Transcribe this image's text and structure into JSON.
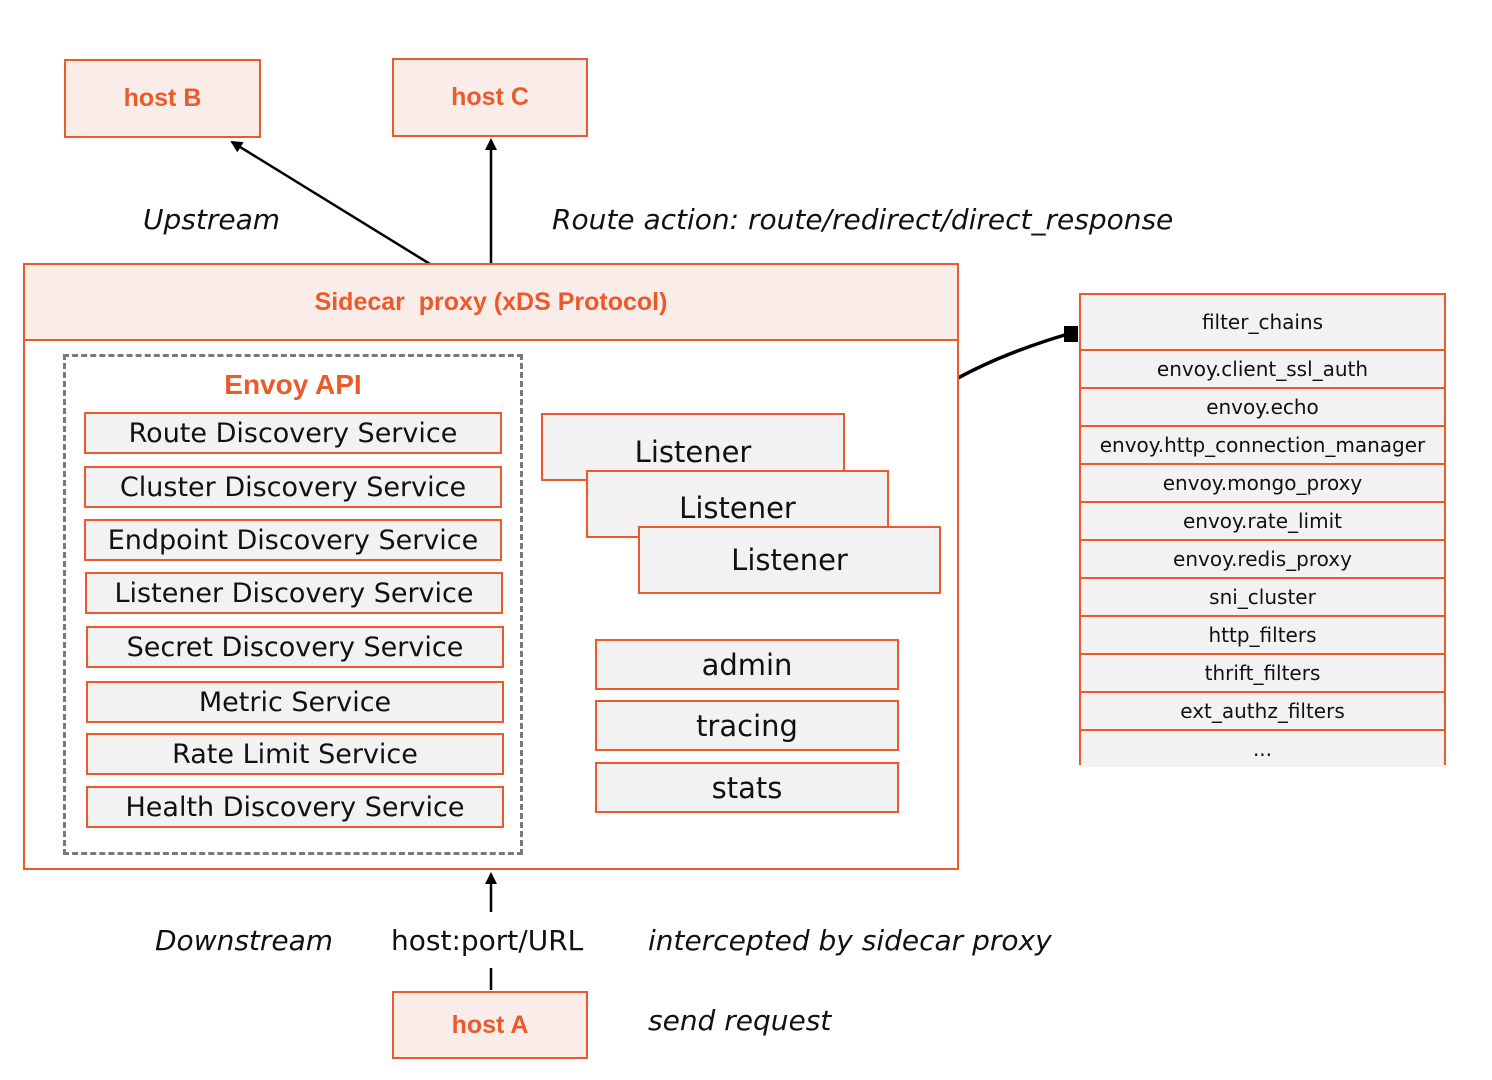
{
  "hosts": {
    "host_b": "host B",
    "host_c": "host C",
    "host_a": "host A"
  },
  "labels": {
    "upstream": "Upstream",
    "route_action": "Route action: route/redirect/direct_response",
    "downstream": "Downstream",
    "host_port_url": "host:port/URL",
    "intercepted": "intercepted by sidecar proxy",
    "send_request": "send request"
  },
  "proxy": {
    "title": "Sidecar  proxy (xDS Protocol)"
  },
  "envoy_api": {
    "title": "Envoy API",
    "services": [
      "Route Discovery Service",
      "Cluster Discovery Service",
      "Endpoint Discovery Service",
      "Listener Discovery Service",
      "Secret Discovery Service",
      "Metric Service",
      "Rate Limit Service",
      "Health Discovery Service"
    ]
  },
  "listeners": [
    "Listener",
    "Listener",
    "Listener"
  ],
  "utilities": [
    "admin",
    "tracing",
    "stats"
  ],
  "filter_chains": {
    "items": [
      "filter_chains",
      "envoy.client_ssl_auth",
      "envoy.echo",
      "envoy.http_connection_manager",
      "envoy.mongo_proxy",
      "envoy.rate_limit",
      "envoy.redis_proxy",
      "sni_cluster",
      "http_filters",
      "thrift_filters",
      "ext_authz_filters",
      "..."
    ]
  },
  "colors": {
    "accent": "#ea5a2a",
    "accent_fill": "#faece8",
    "box_fill": "#f1f2f1",
    "dash": "#7a7a7a"
  }
}
